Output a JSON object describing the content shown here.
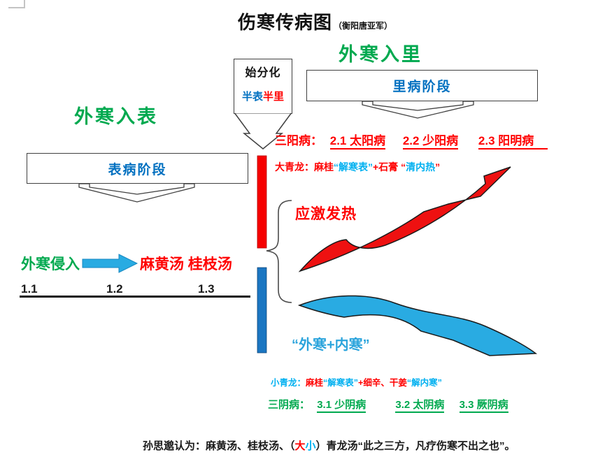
{
  "title": {
    "main": "伤寒传病图",
    "sub": "（衡阳唐亚军）"
  },
  "headings": {
    "right": "外寒入里",
    "left": "外寒入表"
  },
  "boxes": {
    "shifenhua": {
      "line1": "始分化",
      "line2a": "半表",
      "line2b": "半里"
    },
    "libing": {
      "label": "里病阶段"
    },
    "biaobing": {
      "label": "表病阶段"
    }
  },
  "sanyang": {
    "label": "三阳病：",
    "items": [
      "2.1 太阳病",
      "2.2 少阳病",
      "2.3 阳明病"
    ]
  },
  "daqinglong": {
    "seg1": "大青龙：麻桂",
    "seg2": "“解寒表”",
    "seg3": "+石膏 “",
    "seg4": "清内热",
    "seg5": "”"
  },
  "yingji": "应激发热",
  "surface_row": {
    "green": "外寒侵入",
    "red": "麻黄汤 桂枝汤"
  },
  "scale": {
    "n1": "1.1",
    "n2": "1.2",
    "n3": "1.3"
  },
  "neihan": "“外寒+内寒”",
  "xiaoqinglong": {
    "seg1": "小青龙：",
    "seg2": "麻桂",
    "seg3": "“解寒表”",
    "seg4": "+细辛、干姜",
    "seg5": "“解内寒”"
  },
  "sanyin": {
    "label": "三阴病：",
    "items": [
      "3.1 少阴病",
      "3.2 太阴病",
      "3.3 厥阴病"
    ]
  },
  "note": {
    "seg1": "孙思邈认为：麻黄汤、桂枝汤、（",
    "seg2": "大",
    "seg3": "小",
    "seg4": "）青龙汤“此之三方，凡疗伤寒不出之也”。"
  },
  "colors": {
    "green": "#00A94F",
    "office_blue": "#0070C0",
    "cyan": "#00B0F0",
    "red": "#FF0000",
    "bar_red": "#F60000",
    "bar_blue": "#1B76C2",
    "arrow_cyan": "#29ABE2"
  }
}
